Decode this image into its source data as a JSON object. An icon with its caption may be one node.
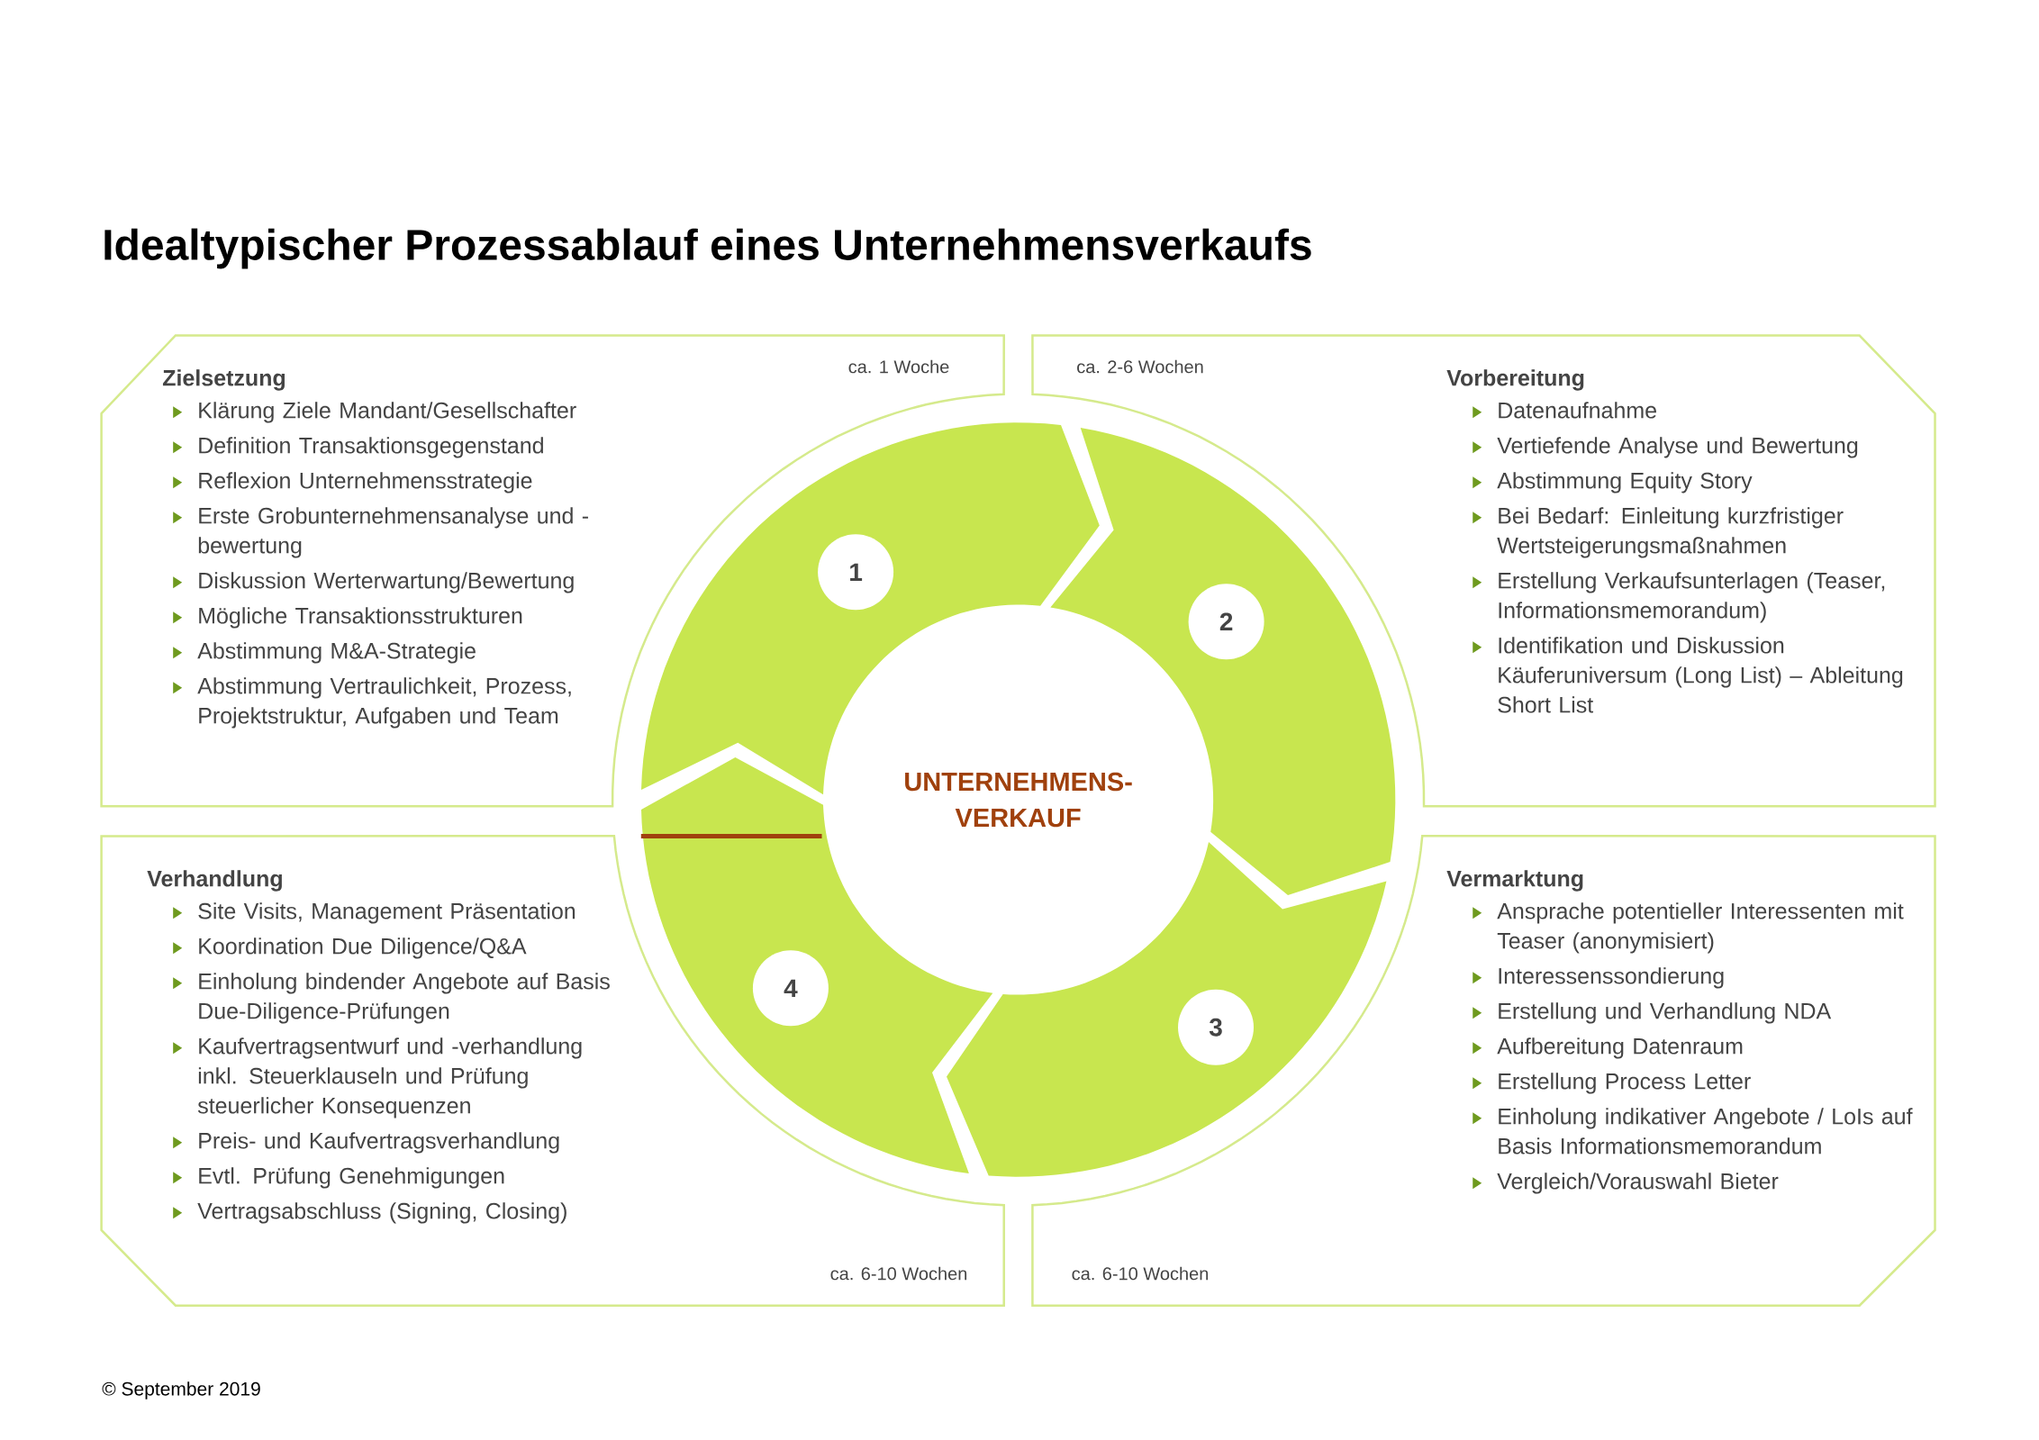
{
  "diagram": {
    "title": "Idealtypischer Prozessablauf eines Unternehmensverkaufs",
    "nodes": [
      {
        "text": [
          "Zielsetzung",
          "Klärung Ziele Mandant/Gesellschafter",
          "Definition Transaktionsgegenstand",
          "Reflexion Unternehmensstrategie",
          "Erste Grobunternehmensanalyse und -bewertung",
          "Diskussion Werterwartung/Bewertung",
          "Mögliche Transaktionsstrukturen",
          "Abstimmung M&A-Strategie",
          "Abstimmung Vertraulichkeit, Prozess, Projektstruktur, Aufgaben und Team",
          "ca. 1 Woche"
        ]
      },
      {
        "text": [
          "Vorbereitung",
          "Datenaufnahme",
          "Vertiefende Analyse und Bewertung",
          "Abstimmung Equity Story",
          "Bei Bedarf: Einleitung kurzfristiger Wertsteigerungsmaßnahmen",
          "Erstellung Verkaufsunterlagen (Teaser, Informationsmemorandum)",
          "Identifikation und Diskussion Käuferuniversum (Long List) – Ableitung Short List",
          "ca. 2-6 Wochen"
        ]
      },
      {
        "text": [
          "Verhandlung",
          "Site Visits, Management Präsentation",
          "Koordination Due Diligence/Q&A",
          "Einholung bindender Angebote auf Basis Due-Diligence-Prüfungen",
          "Kaufvertragsentwurf und -verhandlung inkl. Steuerklauseln und Prüfung steuerlicher Konsequenzen",
          "Preis- und Kaufvertragsverhandlung",
          "Evtl. Prüfung Genehmigungen",
          "Vertragsabschluss (Signing, Closing)",
          "ca. 6-10 Wochen"
        ]
      },
      {
        "text": [
          "Vermarktung",
          "Ansprache potentieller Interessenten mit Teaser (anonymisiert)",
          "Interessenssondierung",
          "Erstellung und Verhandlung NDA",
          "Aufbereitung Datenraum",
          "Erstellung Process Letter",
          "Einholung indikativer Angebote / LoIs auf Basis Informationsmemorandum",
          "Vergleich/Vorauswahl Bieter",
          "ca. 6-10 Wochen"
        ]
      },
      {
        "text": [
          "1"
        ]
      },
      {
        "text": [
          "2"
        ]
      },
      {
        "text": [
          "3"
        ]
      },
      {
        "text": [
          "4"
        ]
      },
      {
        "text": [
          "UNTERNEHMENS- VERKAUF"
        ]
      }
    ],
    "labels": [
      "© September 2019"
    ]
  }
}
